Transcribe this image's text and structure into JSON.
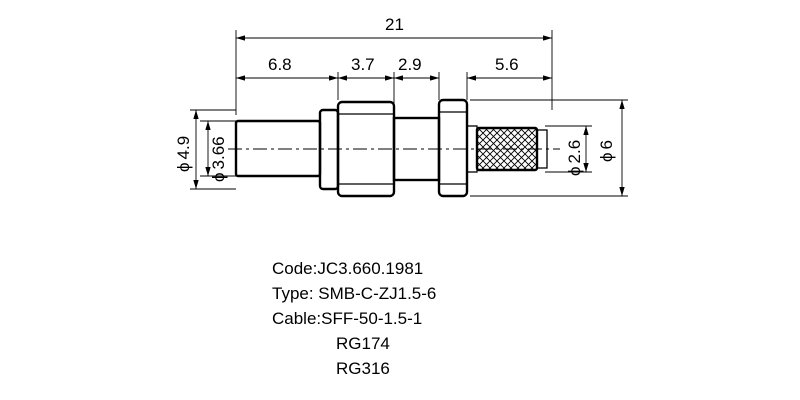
{
  "dimensions": {
    "overall_length": "21",
    "seg1": "6.8",
    "seg2": "3.7",
    "seg3": "2.9",
    "seg4": "5.6",
    "dia_outer_left": "4.9",
    "dia_inner_left": "3.66",
    "dia_crimp": "2.6",
    "dia_right": "6",
    "dia_symbol": "ϕ"
  },
  "specs": {
    "code": "Code:JC3.660.1981",
    "type": "Type: SMB-C-ZJ1.5-6",
    "cable": "Cable:SFF-50-1.5-1",
    "cable_alt1": "RG174",
    "cable_alt2": "RG316"
  }
}
